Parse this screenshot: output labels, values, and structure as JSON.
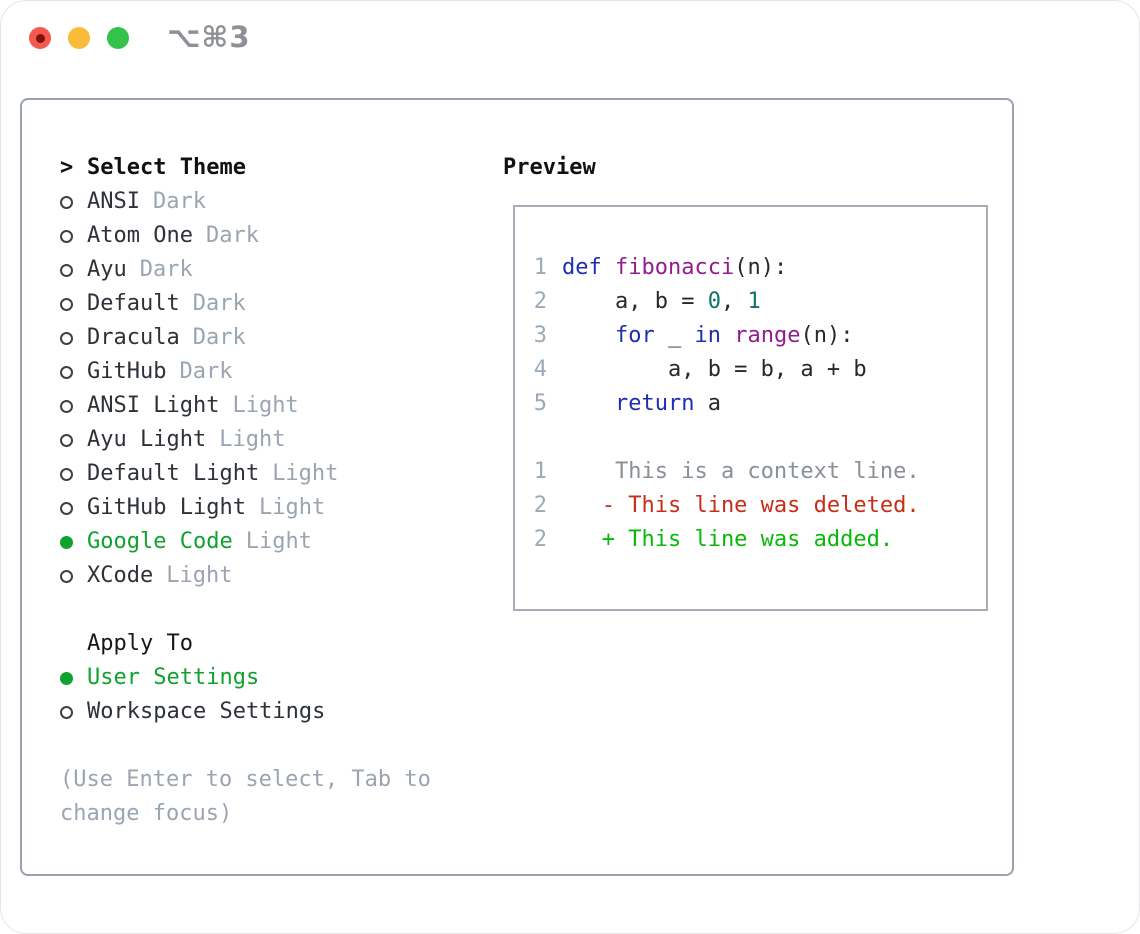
{
  "window": {
    "shortcut_label": "⌥⌘3",
    "traffic_lights": [
      {
        "name": "close",
        "color": "#f4584e"
      },
      {
        "name": "minimize",
        "color": "#f8bc39"
      },
      {
        "name": "zoom",
        "color": "#33c24a"
      }
    ]
  },
  "theme_panel": {
    "header": {
      "prompt": ">",
      "label": "Select Theme"
    },
    "themes": [
      {
        "label": "ANSI",
        "tag": "Dark",
        "selected": false
      },
      {
        "label": "Atom One",
        "tag": "Dark",
        "selected": false
      },
      {
        "label": "Ayu",
        "tag": "Dark",
        "selected": false
      },
      {
        "label": "Default",
        "tag": "Dark",
        "selected": false
      },
      {
        "label": "Dracula",
        "tag": "Dark",
        "selected": false
      },
      {
        "label": "GitHub",
        "tag": "Dark",
        "selected": false
      },
      {
        "label": "ANSI Light",
        "tag": "Light",
        "selected": false
      },
      {
        "label": "Ayu Light",
        "tag": "Light",
        "selected": false
      },
      {
        "label": "Default Light",
        "tag": "Light",
        "selected": false
      },
      {
        "label": "GitHub Light",
        "tag": "Light",
        "selected": false
      },
      {
        "label": "Google Code",
        "tag": "Light",
        "selected": true
      },
      {
        "label": "XCode",
        "tag": "Light",
        "selected": false
      }
    ],
    "apply_to": {
      "label": "Apply To",
      "options": [
        {
          "label": "User Settings",
          "selected": true
        },
        {
          "label": "Workspace Settings",
          "selected": false
        }
      ]
    },
    "help": {
      "line1": "(Use Enter to select, Tab to",
      "line2": "change focus)"
    }
  },
  "preview": {
    "label": "Preview",
    "code_lines": [
      {
        "num": "1",
        "tokens": [
          {
            "c": "kw",
            "t": "def"
          },
          {
            "c": "pl",
            "t": " "
          },
          {
            "c": "fn",
            "t": "fibonacci"
          },
          {
            "c": "pl",
            "t": "(n):"
          }
        ]
      },
      {
        "num": "2",
        "tokens": [
          {
            "c": "pl",
            "t": "    a, b = "
          },
          {
            "c": "lit",
            "t": "0"
          },
          {
            "c": "pl",
            "t": ", "
          },
          {
            "c": "lit",
            "t": "1"
          }
        ]
      },
      {
        "num": "3",
        "tokens": [
          {
            "c": "pl",
            "t": "    "
          },
          {
            "c": "kw",
            "t": "for"
          },
          {
            "c": "pl",
            "t": " _ "
          },
          {
            "c": "kw",
            "t": "in"
          },
          {
            "c": "pl",
            "t": " "
          },
          {
            "c": "fn",
            "t": "range"
          },
          {
            "c": "pl",
            "t": "(n):"
          }
        ]
      },
      {
        "num": "4",
        "tokens": [
          {
            "c": "pl",
            "t": "        a, b = b, a + b"
          }
        ]
      },
      {
        "num": "5",
        "tokens": [
          {
            "c": "pl",
            "t": "    "
          },
          {
            "c": "kw",
            "t": "return"
          },
          {
            "c": "pl",
            "t": " a"
          }
        ]
      }
    ],
    "diff_lines": [
      {
        "num": "1",
        "tokens": [
          {
            "c": "ctx",
            "t": "    This is a context line."
          }
        ]
      },
      {
        "num": "2",
        "tokens": [
          {
            "c": "del",
            "t": "   - This line was deleted."
          }
        ]
      },
      {
        "num": "2",
        "tokens": [
          {
            "c": "add",
            "t": "   + This line was added."
          }
        ]
      }
    ]
  },
  "colors": {
    "selected_green": "#10a22f",
    "diff_added_green": "#09b909",
    "diff_deleted_red": "#c82d17",
    "diff_context_gray": "#8a9097",
    "keyword_blue": "#1f2eb2",
    "name_purple": "#941c90",
    "literal_teal": "#0e7368",
    "dim_tag_gray": "#9aa5b1",
    "line_number_gray": "#9da9b6",
    "panel_border_gray": "#99a2ad"
  }
}
